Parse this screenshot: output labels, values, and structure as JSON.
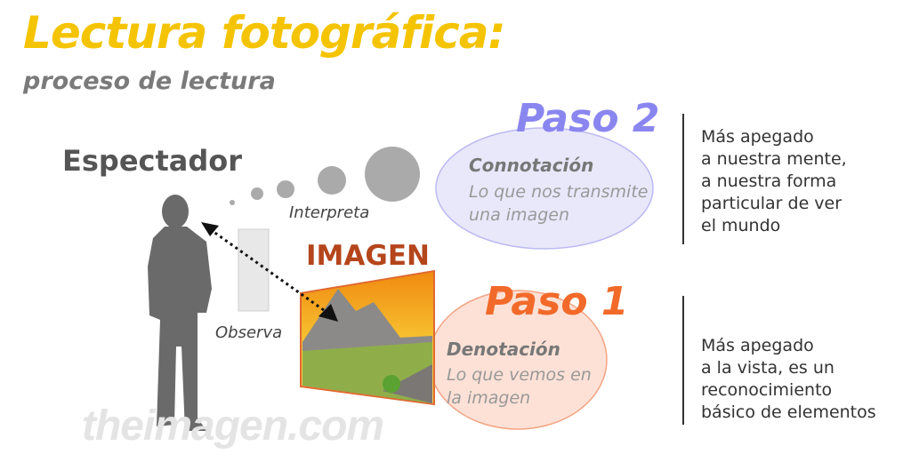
{
  "title": "Lectura fotográfica:",
  "subtitle": "proceso de lectura",
  "spectator": "Espectador",
  "interpret": "Interpreta",
  "observe": "Observa",
  "image_label": "IMAGEN",
  "step2": {
    "label": "Paso 2",
    "heading": "Connotación",
    "body": "Lo que nos transmite una imagen",
    "side_lines": [
      "Más apegado",
      "a nuestra mente,",
      "a nuestra forma",
      "particular de ver",
      "el mundo"
    ]
  },
  "step1": {
    "label": "Paso 1",
    "heading": "Denotación",
    "body": "Lo que vemos en la imagen",
    "side_lines": [
      "Más apegado",
      "a la vista, es un",
      "reconocimiento",
      "básico de elementos"
    ]
  },
  "watermark": "theimagen.com",
  "colors": {
    "title": "#f5c400",
    "step2": "#8a86f0",
    "step1": "#f26a2a",
    "image_label": "#b5451b"
  }
}
